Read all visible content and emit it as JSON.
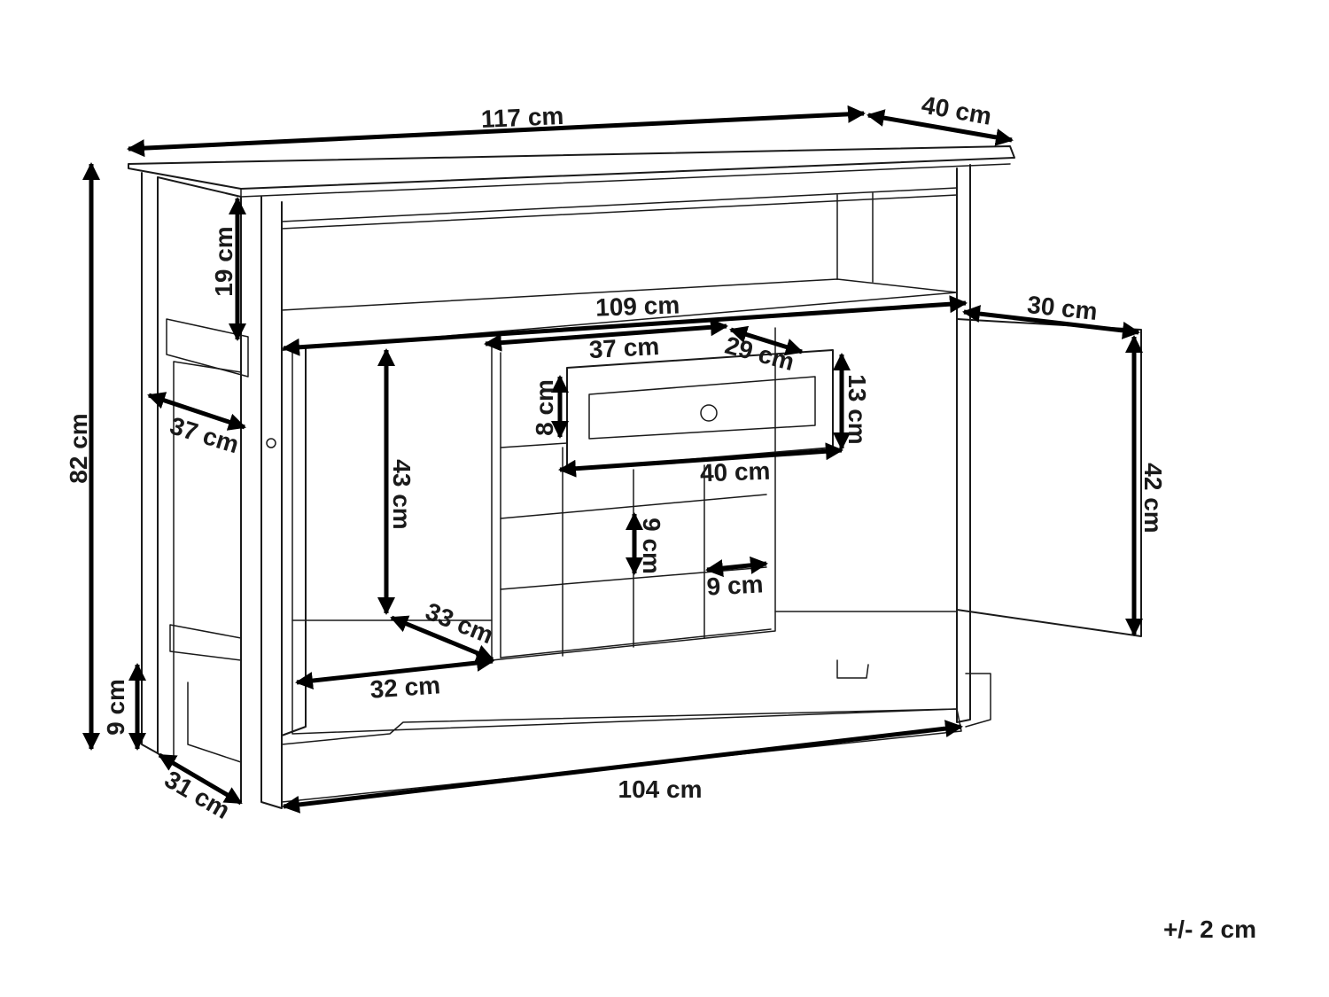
{
  "dimensions": {
    "width_top": "117 cm",
    "depth_top": "40 cm",
    "height_total": "82 cm",
    "shelf_height": "19 cm",
    "inner_width": "109 cm",
    "side_depth": "37 cm",
    "door_width": "30 cm",
    "drawer_width": "37 cm",
    "drawer_depth": "29 cm",
    "drawer_height_inner": "8 cm",
    "drawer_height": "13 cm",
    "drawer_front_width": "40 cm",
    "cabinet_height": "43 cm",
    "door_height": "42 cm",
    "rack_cell_height": "9 cm",
    "rack_cell_width": "9 cm",
    "cabinet_depth": "33 cm",
    "cabinet_width": "32 cm",
    "leg_height": "9 cm",
    "base_depth": "31 cm",
    "base_width": "104 cm"
  },
  "tolerance": "+/- 2 cm"
}
